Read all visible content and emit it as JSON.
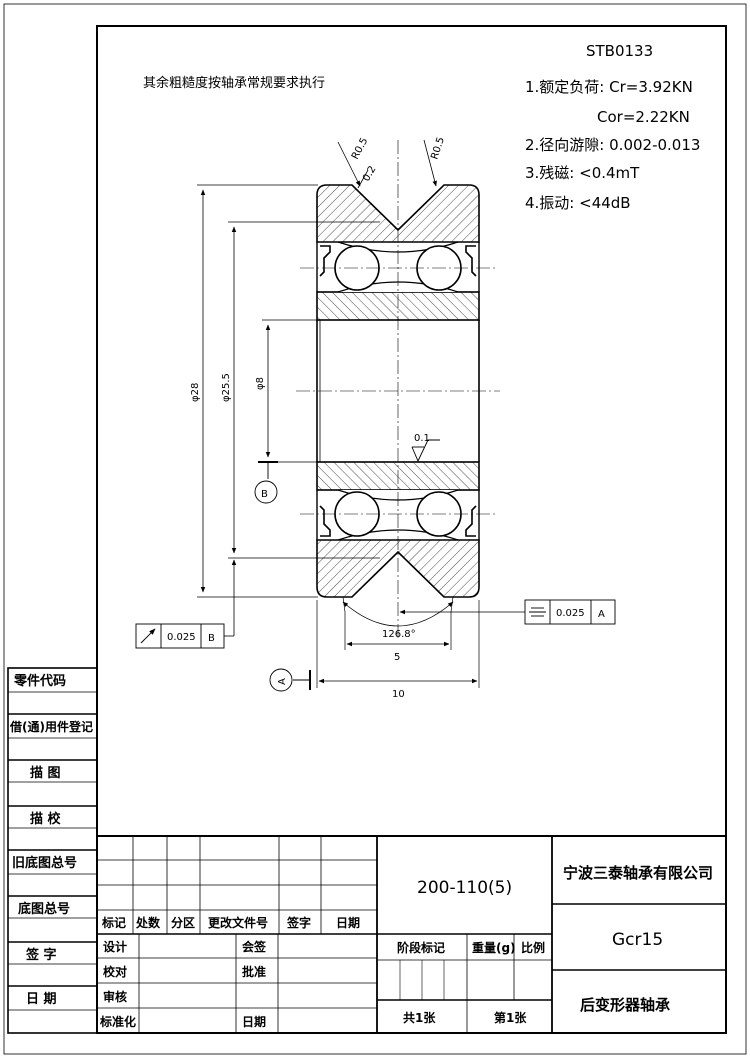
{
  "notes": {
    "general": "其余粗糙度按轴承常规要求执行",
    "model": "STB0133",
    "spec_1": "1.额定负荷: Cr=3.92KN",
    "spec_1b": "Cor=2.22KN",
    "spec_2": "2.径向游隙: 0.002-0.013",
    "spec_3": "3.残磁: <0.4mT",
    "spec_4": "4.振动: <44dB"
  },
  "dimensions": {
    "r_left": "R0.5",
    "r_right": "R0.5",
    "chamfer": "0.2",
    "d_outer": "φ28",
    "d_groove": "φ25.5",
    "d_bore": "φ8",
    "roughness": "0.1",
    "datum_b": "B",
    "datum_a": "A",
    "angle": "126.8°",
    "groove_width": "5",
    "width": "10"
  },
  "tolerances": {
    "runout": {
      "value": "0.025",
      "datum": "B"
    },
    "symmetry": {
      "value": "0.025",
      "datum": "A"
    }
  },
  "side_table": [
    "零件代码",
    "借(通)用件登记",
    "描  图",
    "描  校",
    "旧底图总号",
    "底图总号",
    "签  字",
    "日  期"
  ],
  "title_block": {
    "headers": [
      "标记",
      "处数",
      "分区",
      "更改文件号",
      "签字",
      "日期"
    ],
    "design": "设计",
    "proofread": "校对",
    "review": "审核",
    "standardize": "标准化",
    "countersign": "会签",
    "approve": "批准",
    "date": "日期",
    "drawing_no": "200-110(5)",
    "stage_mark": "阶段标记",
    "weight": "重量(g)",
    "scale": "比例",
    "total_sheets": "共1张",
    "sheet_no": "第1张",
    "company": "宁波三泰轴承有限公司",
    "material": "Gcr15",
    "part_name": "后变形器轴承"
  }
}
